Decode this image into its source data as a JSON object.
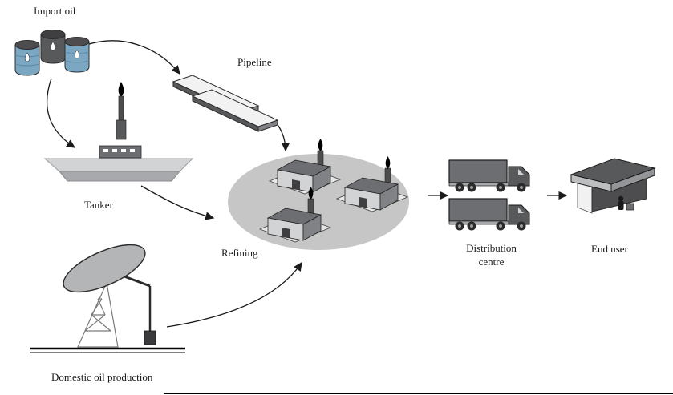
{
  "diagram": {
    "type": "flow-diagram",
    "background": "#ffffff",
    "labels": {
      "import_oil": "Import oil",
      "pipeline": "Pipeline",
      "tanker": "Tanker",
      "refining": "Refining",
      "distribution_centre": "Distribution centre",
      "end_user": "End user",
      "domestic_oil_production": "Domestic oil production"
    },
    "nodes": [
      {
        "id": "import_oil",
        "label": "Import oil",
        "icon": "oil-barrels-icon"
      },
      {
        "id": "pipeline",
        "label": "Pipeline",
        "icon": "pipeline-icon"
      },
      {
        "id": "tanker",
        "label": "Tanker",
        "icon": "tanker-ship-icon"
      },
      {
        "id": "domestic_oil_production",
        "label": "Domestic oil production",
        "icon": "oil-pumpjack-icon"
      },
      {
        "id": "refining",
        "label": "Refining",
        "icon": "refinery-icon"
      },
      {
        "id": "distribution_centre",
        "label": "Distribution centre",
        "icon": "trucks-icon"
      },
      {
        "id": "end_user",
        "label": "End user",
        "icon": "warehouse-icon"
      }
    ],
    "edges": [
      {
        "from": "import_oil",
        "to": "pipeline"
      },
      {
        "from": "import_oil",
        "to": "tanker"
      },
      {
        "from": "pipeline",
        "to": "refining"
      },
      {
        "from": "tanker",
        "to": "refining"
      },
      {
        "from": "domestic_oil_production",
        "to": "refining"
      },
      {
        "from": "refining",
        "to": "distribution_centre"
      },
      {
        "from": "distribution_centre",
        "to": "end_user"
      }
    ],
    "colors": {
      "barrel_blue": "#7ba7c2",
      "dark_gray": "#58595b",
      "medium_gray": "#808285",
      "light_gray": "#d1d3d4",
      "ellipse_gray": "#c6c6c6",
      "arrow_black": "#1a1a1a"
    }
  }
}
